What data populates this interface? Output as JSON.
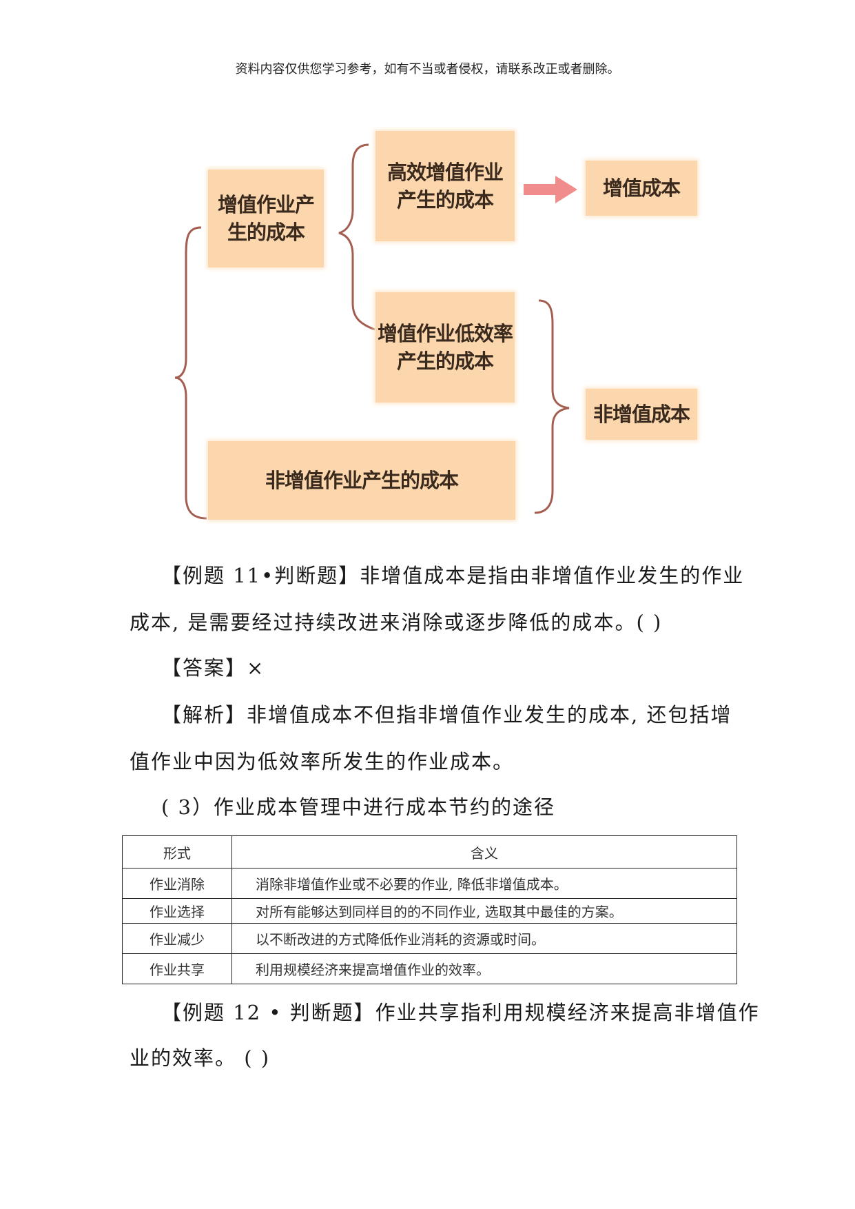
{
  "header": "资料内容仅供您学习参考，如有不当或者侵权，请联系改正或者删除。",
  "diagram": {
    "box_value_added_cost_origin": [
      "增值作业产",
      "生的成本"
    ],
    "box_efficient": [
      "高效增值作业",
      "产生的成本"
    ],
    "box_inefficient": [
      "增值作业低效率",
      "产生的成本"
    ],
    "box_non_value_activity": "非增值作业产生的成本",
    "box_value_added_cost": "增值成本",
    "box_non_value_added_cost": "非增值成本",
    "colors": {
      "box_fill": "#fcd7ae",
      "bracket": "#a35e50",
      "arrow": "#f08c8c"
    }
  },
  "example11": {
    "line1": "【例题 11•判断题】非增值成本是指由非增值作业发生的作业",
    "line2": "成本, 是需要经过持续改进来消除或逐步降低的成本。(        )"
  },
  "answer": "【答案】×",
  "analysis": {
    "line1": "【解析】非增值成本不但指非增值作业发生的成本, 还包括增",
    "line2": "值作业中因为低效率所发生的作业成本。"
  },
  "section_title": "( 3）作业成本管理中进行成本节约的途径",
  "table": {
    "headers": [
      "形式",
      "含义"
    ],
    "rows": [
      [
        "作业消除",
        "消除非增值作业或不必要的作业, 降低非增值成本。"
      ],
      [
        "作业选择",
        "对所有能够达到同样目的的不同作业, 选取其中最佳的方案。"
      ],
      [
        "作业减少",
        "以不断改进的方式降低作业消耗的资源或时间。"
      ],
      [
        "作业共享",
        "利用规模经济来提高增值作业的效率。"
      ]
    ]
  },
  "example12": {
    "line1": "【例题 12 • 判断题】作业共享指利用规模经济来提高非增值作",
    "line2": "业的效率。 (        )"
  }
}
